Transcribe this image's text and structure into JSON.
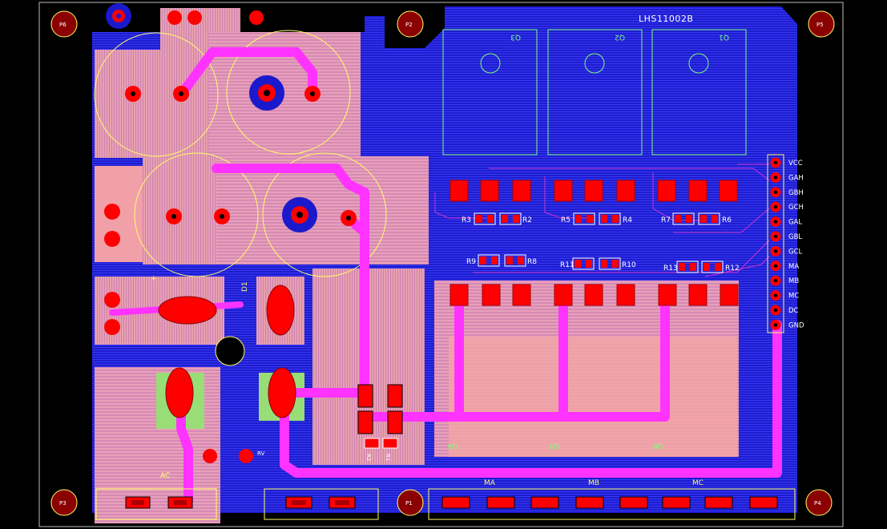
{
  "board": {
    "name": "LHS11002B",
    "colors": {
      "background": "#000000",
      "copper_bottom": "#1a1acc",
      "copper_top_fill": "#f4a6a6",
      "trace": "#ff33ff",
      "pad": "#ff0000",
      "silkscreen": "#ffff66",
      "outline": "#cccc66"
    }
  },
  "mount_holes": [
    {
      "label": "P6"
    },
    {
      "label": "P2"
    },
    {
      "label": "P5"
    },
    {
      "label": "P3"
    },
    {
      "label": "P1"
    },
    {
      "label": "P4"
    }
  ],
  "mosfets": [
    {
      "label": "Q3"
    },
    {
      "label": "Q2"
    },
    {
      "label": "Q1"
    }
  ],
  "resistors_upper": [
    {
      "label": "R3"
    },
    {
      "label": "R2"
    },
    {
      "label": "R5"
    },
    {
      "label": "R4"
    },
    {
      "label": "R7"
    },
    {
      "label": "R6"
    }
  ],
  "resistors_lower": [
    {
      "label": "R9"
    },
    {
      "label": "R8"
    },
    {
      "label": "R11"
    },
    {
      "label": "R10"
    },
    {
      "label": "R13"
    },
    {
      "label": "R12"
    }
  ],
  "lower_mosfets": [
    {
      "label": "Q4"
    },
    {
      "label": "Q5"
    },
    {
      "label": "Q6"
    }
  ],
  "header_pins": [
    "VCC",
    "GAH",
    "GBH",
    "GCH",
    "GAL",
    "GBL",
    "GCL",
    "MA",
    "MB",
    "MC",
    "DC",
    "GND"
  ],
  "bottom_connectors": [
    {
      "label": "AC"
    },
    {
      "label": "MA"
    },
    {
      "label": "MB"
    },
    {
      "label": "MC"
    }
  ],
  "misc_labels": {
    "diode": "D1",
    "sense1": "R1",
    "sense2": "R2",
    "rv": "RV",
    "plus": "+"
  }
}
